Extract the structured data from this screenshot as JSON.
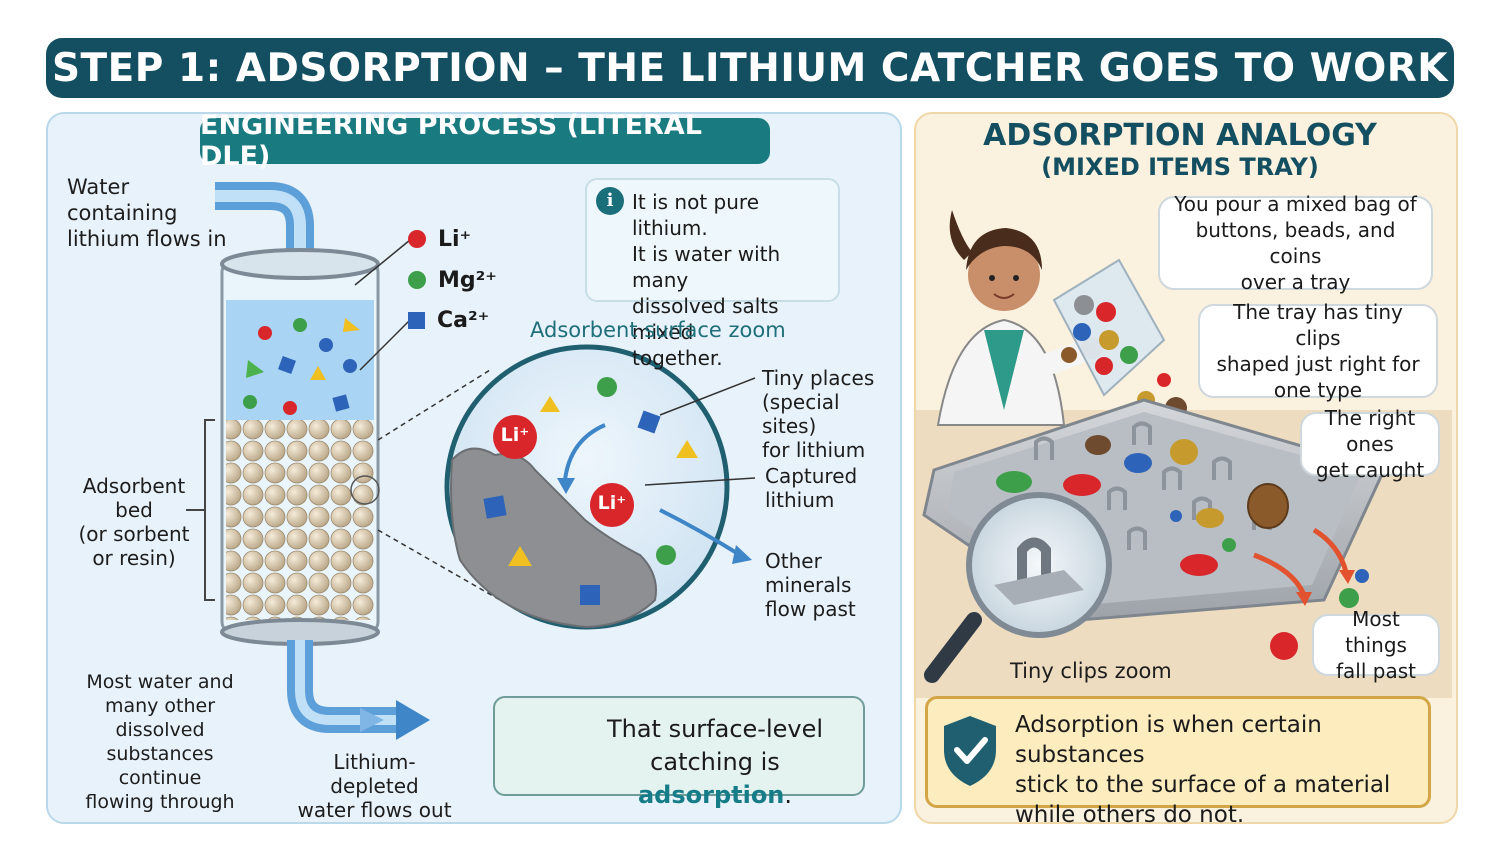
{
  "header": {
    "title": "STEP 1: ADSORPTION – THE LITHIUM CATCHER GOES TO WORK"
  },
  "engineering": {
    "title": "ENGINEERING PROCESS (LITERAL DLE)",
    "inflow_label": [
      "Water containing",
      "lithium flows in"
    ],
    "legend": [
      {
        "symbol": "Li⁺",
        "shape": "circle",
        "color": "#d8262b"
      },
      {
        "symbol": "Mg²⁺",
        "shape": "circle",
        "color": "#3e9f4a"
      },
      {
        "symbol": "Ca²⁺",
        "shape": "square",
        "color": "#2d63b8"
      }
    ],
    "info_note": [
      "It is not pure lithium.",
      "It is water with many",
      "dissolved salts mixed",
      "together."
    ],
    "info_icon": "i",
    "zoom_title": "Adsorbent surface zoom",
    "zoom_ion_label": "Li⁺",
    "bed_label": [
      "Adsorbent bed",
      "(or sorbent",
      "or resin)"
    ],
    "sites_label": [
      "Tiny places",
      "(special sites)",
      "for lithium"
    ],
    "captured_label": [
      "Captured",
      "lithium"
    ],
    "other_label": [
      "Other minerals",
      "flow past"
    ],
    "through_label": [
      "Most water and",
      "many other dissolved",
      "substances continue",
      "flowing through"
    ],
    "outflow_label": [
      "Lithium-depleted",
      "water flows out"
    ],
    "conclusion_prefix": "That surface-level",
    "conclusion_mid": "catching is ",
    "conclusion_accent": "adsorption",
    "conclusion_suffix": "."
  },
  "analogy": {
    "title": "ADSORPTION ANALOGY",
    "subtitle": "(MIXED ITEMS TRAY)",
    "callout_pour": [
      "You pour a mixed bag of",
      "buttons, beads, and coins",
      "over a tray"
    ],
    "callout_clips": [
      "The tray has tiny clips",
      "shaped just right for",
      "one type"
    ],
    "callout_caught": [
      "The right ones",
      "get caught"
    ],
    "callout_fall": [
      "Most things",
      "fall past"
    ],
    "zoom_label": "Tiny clips zoom",
    "definition": [
      "Adsorption is when certain substances",
      "stick to the surface of a material",
      "while others do not."
    ]
  },
  "colors": {
    "header": "#134f61",
    "accent": "#167d88",
    "left_bg": "#e7f2fa",
    "right_bg": "#fbf1df"
  }
}
